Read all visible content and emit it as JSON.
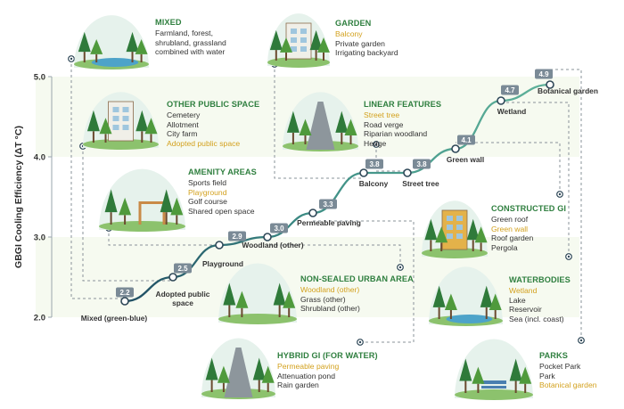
{
  "chart_data": {
    "type": "line",
    "ylabel": "GBGI Cooling Efficiency (ΔT °C)",
    "ylim": [
      2.0,
      5.0
    ],
    "yticks": [
      "2.0",
      "3.0",
      "4.0",
      "5.0"
    ],
    "grid": false,
    "series": [
      {
        "points": [
          {
            "label": "Mixed (green-blue)",
            "value": 2.2,
            "value_text": "2.2"
          },
          {
            "label": "Adopted public space",
            "value": 2.5,
            "value_text": "2.5"
          },
          {
            "label": "Playground",
            "value": 2.9,
            "value_text": "2.9"
          },
          {
            "label": "Woodland (other)",
            "value": 3.0,
            "value_text": "3.0"
          },
          {
            "label": "Permeable paving",
            "value": 3.3,
            "value_text": "3.3"
          },
          {
            "label": "Balcony",
            "value": 3.8,
            "value_text": "3.8"
          },
          {
            "label": "Street tree",
            "value": 3.8,
            "value_text": "3.8"
          },
          {
            "label": "Green wall",
            "value": 4.1,
            "value_text": "4.1"
          },
          {
            "label": "Wetland",
            "value": 4.7,
            "value_text": "4.7"
          },
          {
            "label": "Botanical garden",
            "value": 4.9,
            "value_text": "4.9"
          }
        ]
      }
    ]
  },
  "groups": [
    {
      "id": "mixed",
      "title": "MIXED",
      "icon": "lake-forest-icon",
      "items": [
        {
          "text": "Farmland, forest,"
        },
        {
          "text": "shrubland, grassland"
        },
        {
          "text": "combined with water"
        }
      ]
    },
    {
      "id": "garden",
      "title": "GARDEN",
      "icon": "house-garden-icon",
      "items": [
        {
          "text": "Balcony",
          "hl": true
        },
        {
          "text": "Private garden"
        },
        {
          "text": "Irrigating backyard"
        }
      ]
    },
    {
      "id": "other-public-space",
      "title": "OTHER PUBLIC SPACE",
      "icon": "public-space-icon",
      "items": [
        {
          "text": "Cemetery"
        },
        {
          "text": "Allotment"
        },
        {
          "text": "City farm"
        },
        {
          "text": "Adopted public space",
          "hl": true
        }
      ]
    },
    {
      "id": "linear-features",
      "title": "LINEAR FEATURES",
      "icon": "road-trees-icon",
      "items": [
        {
          "text": "Street tree",
          "hl": true
        },
        {
          "text": "Road verge"
        },
        {
          "text": "Riparian woodland"
        },
        {
          "text": "Hedge"
        }
      ]
    },
    {
      "id": "amenity-areas",
      "title": "AMENITY AREAS",
      "icon": "playground-icon",
      "items": [
        {
          "text": "Sports field"
        },
        {
          "text": "Playground",
          "hl": true
        },
        {
          "text": "Golf course"
        },
        {
          "text": "Shared open space"
        }
      ]
    },
    {
      "id": "constructed-gi",
      "title": "CONSTRUCTED GI",
      "icon": "green-building-icon",
      "items": [
        {
          "text": "Green roof"
        },
        {
          "text": "Green wall",
          "hl": true
        },
        {
          "text": "Roof garden"
        },
        {
          "text": "Pergola"
        }
      ]
    },
    {
      "id": "non-sealed-urban-area",
      "title": "NON-SEALED URBAN AREA",
      "icon": "woodland-icon",
      "items": [
        {
          "text": "Woodland (other)",
          "hl": true
        },
        {
          "text": "Grass (other)"
        },
        {
          "text": "Shrubland (other)"
        }
      ]
    },
    {
      "id": "waterbodies",
      "title": "WATERBODIES",
      "icon": "waterfall-icon",
      "items": [
        {
          "text": "Wetland",
          "hl": true
        },
        {
          "text": "Lake"
        },
        {
          "text": "Reservoir"
        },
        {
          "text": "Sea (incl. coast)"
        }
      ]
    },
    {
      "id": "hybrid-gi",
      "title": "HYBRID GI (FOR WATER)",
      "icon": "paved-path-icon",
      "items": [
        {
          "text": "Permeable paving",
          "hl": true
        },
        {
          "text": "Attenuation pond"
        },
        {
          "text": "Rain garden"
        }
      ]
    },
    {
      "id": "parks",
      "title": "PARKS",
      "icon": "park-bench-icon",
      "items": [
        {
          "text": "Pocket Park"
        },
        {
          "text": "Park"
        },
        {
          "text": "Botanical garden",
          "hl": true
        }
      ]
    }
  ],
  "colors": {
    "line": "#5fb29a",
    "marker_fill": "#ffffff",
    "marker_stroke": "#2f4858",
    "title": "#2f7f3f",
    "highlight": "#d3a11e",
    "badge": "#7a8a96",
    "bands": "#eef6e4"
  }
}
